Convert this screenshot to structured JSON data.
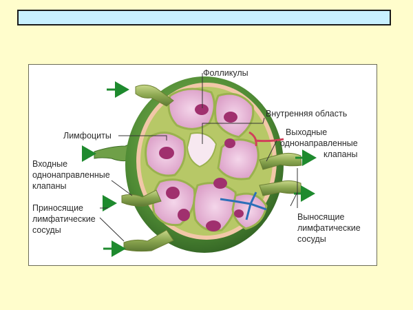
{
  "title_bar": {
    "text": ""
  },
  "diagram": {
    "labels": {
      "follicles": "Фолликулы",
      "inner_region": "Внутренняя область",
      "lymphocytes": "Лимфоциты",
      "efferent_valves_line1": "Выходные",
      "efferent_valves_line2": "однонаправленные",
      "efferent_valves_line3": "клапаны",
      "afferent_valves_line1": "Входные",
      "afferent_valves_line2": "однонаправленные",
      "afferent_valves_line3": "клапаны",
      "afferent_vessels_line1": "Приносящие",
      "afferent_vessels_line2": "лимфатические",
      "afferent_vessels_line3": "сосуды",
      "efferent_vessels_line1": "Выносящие",
      "efferent_vessels_line2": "лимфатические",
      "efferent_vessels_line3": "сосуды"
    },
    "colors": {
      "background": "#FFFDCC",
      "title_fill": "#C8F0FF",
      "arrow": "#1E8A2E",
      "capsule": "#3E7A2E",
      "follicle": "#E8B8D8",
      "nucleus": "#A0306E",
      "artery": "#D0405A",
      "vein": "#2C6FB8"
    }
  }
}
